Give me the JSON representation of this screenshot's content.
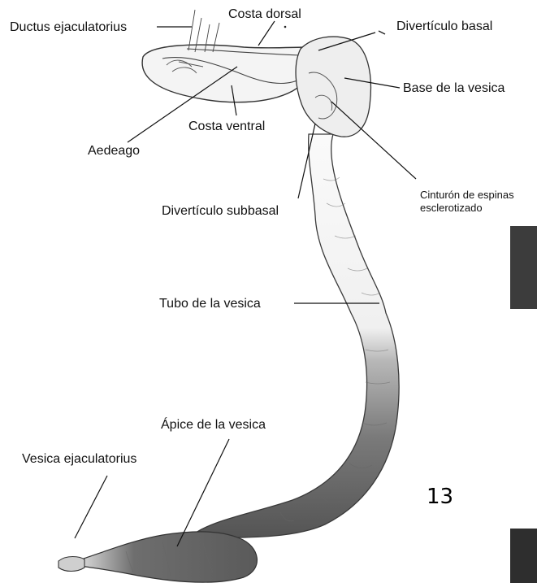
{
  "labels": {
    "ductus": "Ductus ejaculatorius",
    "costa_dorsal": "Costa dorsal",
    "diverticulo_basal": "Divertículo basal",
    "base_vesica": "Base de la vesica",
    "costa_ventral": "Costa ventral",
    "aedeago": "Aedeago",
    "cinturon_line1": "Cinturón de espinas",
    "cinturon_line2": "esclerotizado",
    "diverticulo_subbasal": "Divertículo subbasal",
    "tubo_vesica": "Tubo de la vesica",
    "apice_vesica": "Ápice de la vesica",
    "vesica_ejaculatorius": "Vesica ejaculatorius"
  },
  "figure_number": "13",
  "colors": {
    "text": "#111111",
    "outline": "#3a3a3a",
    "vesica_light": "#f2f2f2",
    "vesica_dark": "#4a4a4a",
    "edge_blocks": "#3c3c3c"
  }
}
